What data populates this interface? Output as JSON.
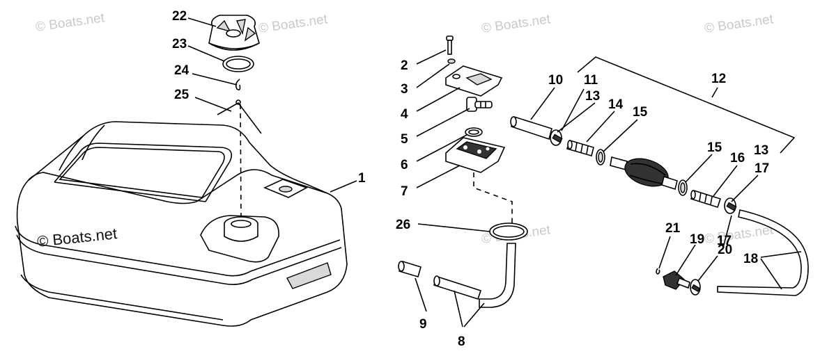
{
  "watermark": "© Boats.net",
  "parts": {
    "p1": "1",
    "p2": "2",
    "p3": "3",
    "p4": "4",
    "p5": "5",
    "p6": "6",
    "p7": "7",
    "p8": "8",
    "p9": "9",
    "p10": "10",
    "p11": "11",
    "p12": "12",
    "p13a": "13",
    "p13b": "13",
    "p14": "14",
    "p15a": "15",
    "p15b": "15",
    "p16": "16",
    "p17a": "17",
    "p17b": "17",
    "p18": "18",
    "p19": "19",
    "p20": "20",
    "p21": "21",
    "p22": "22",
    "p23": "23",
    "p24": "24",
    "p25": "25",
    "p26": "26"
  }
}
